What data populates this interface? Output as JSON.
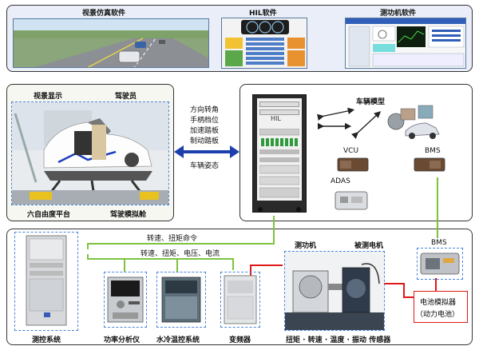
{
  "top_panel": {
    "visual_software": "视景仿真软件",
    "hil_software": "HIL软件",
    "dyno_software": "测功机软件"
  },
  "left_panel": {
    "visual_display": "视景显示",
    "driver": "驾驶员",
    "platform": "六自由度平台",
    "cockpit": "驾驶模拟舱"
  },
  "driver_signals": [
    "方向转角",
    "手柄档位",
    "加速踏板",
    "制动踏板"
  ],
  "vehicle_attitude": "车辆姿态",
  "right_panel": {
    "cabinet_label": "HIL",
    "vehicle_model": "车辆模型",
    "vcu": "VCU",
    "bms": "BMS",
    "adas": "ADAS"
  },
  "bottom_panel": {
    "cmd_text": "转速、扭矩命令",
    "feedback_text": "转速、扭矩、电压、电流",
    "control_system": "测控系统",
    "power_analyzer": "功率分析仪",
    "water_cooling": "水冷温控系统",
    "inverter": "变频器",
    "dynamometer": "测功机",
    "motor_under_test": "被测电机",
    "bms_label": "BMS",
    "sensors": "扭矩 · 转速 · 温度 · 振动 传感器",
    "battery_sim_line1": "电池模拟器",
    "battery_sim_line2": "（动力电池）"
  },
  "colors": {
    "green_line": "#7fc241",
    "red_line": "#e01818",
    "blue_arrow": "#1c3fae",
    "dashed_box": "#4a86d8",
    "panel_top_bg": "#e8eef8",
    "panel_left_bg": "#f6f6f0"
  }
}
